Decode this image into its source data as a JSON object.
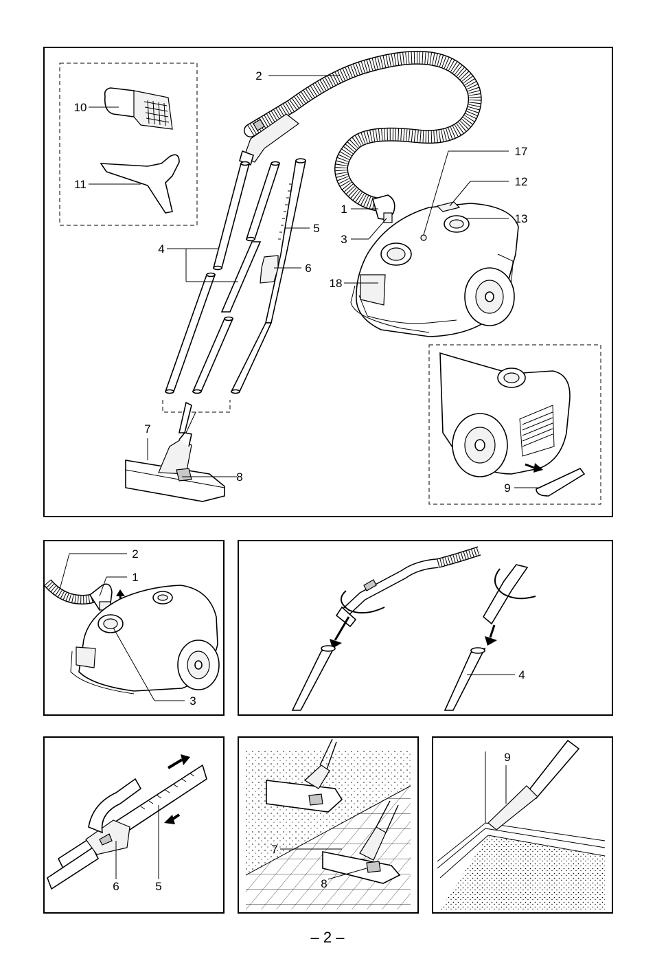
{
  "page_number": "– 2 –",
  "fig_main": {
    "labels": {
      "l2": "2",
      "l10": "10",
      "l11": "11",
      "l17": "17",
      "l12": "12",
      "l1": "1",
      "l5": "5",
      "l13": "13",
      "l3": "3",
      "l4": "4",
      "l6": "6",
      "l18": "18",
      "l7": "7",
      "l8": "8",
      "l9": "9"
    }
  },
  "fig_hose_attach": {
    "labels": {
      "l2": "2",
      "l1": "1",
      "l3": "3"
    }
  },
  "fig_tube_connect": {
    "labels": {
      "l4": "4"
    }
  },
  "fig_tube_adjust": {
    "labels": {
      "l6": "6",
      "l5": "5"
    }
  },
  "fig_floor": {
    "labels": {
      "l7": "7",
      "l8": "8"
    }
  },
  "fig_crevice": {
    "labels": {
      "l9": "9"
    }
  }
}
